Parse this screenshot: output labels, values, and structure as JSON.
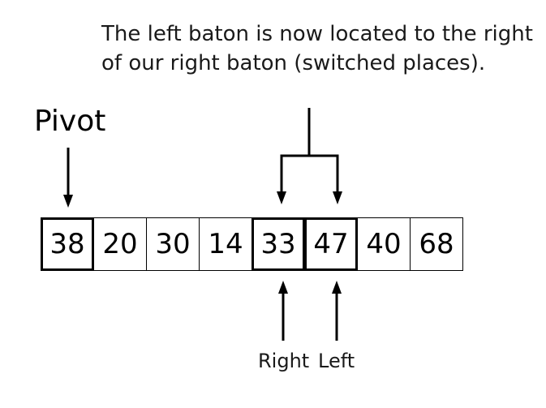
{
  "caption": {
    "line1": "The left baton is now located to the right",
    "line2": "of our right baton (switched places)."
  },
  "pivot_label": "Pivot",
  "array": [
    {
      "value": "38",
      "highlight": true
    },
    {
      "value": "20",
      "highlight": false
    },
    {
      "value": "30",
      "highlight": false
    },
    {
      "value": "14",
      "highlight": false
    },
    {
      "value": "33",
      "highlight": true
    },
    {
      "value": "47",
      "highlight": true
    },
    {
      "value": "40",
      "highlight": false
    },
    {
      "value": "68",
      "highlight": false
    }
  ],
  "batons": {
    "right_label": "Right",
    "left_label": "Left"
  }
}
